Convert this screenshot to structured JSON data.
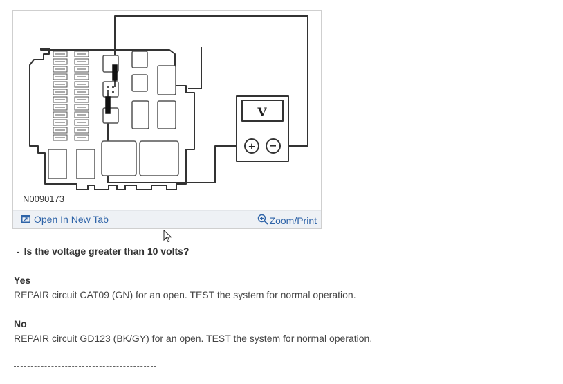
{
  "figure": {
    "id_label": "N0090173",
    "meter_label": "V",
    "plus_symbol": "+",
    "minus_symbol": "−"
  },
  "toolbar": {
    "open_icon": "open-in-new-tab-icon",
    "open_label": "Open In New Tab",
    "zoom_icon": "zoom-in-icon",
    "zoom_label": "Zoom/Print",
    "link_color": "#2f64a8"
  },
  "step": {
    "question_prefix": "-",
    "question": "Is the voltage greater than 10 volts?",
    "yes_label": "Yes",
    "yes_text": "REPAIR circuit CAT09 (GN) for an open. TEST the system for normal operation.",
    "no_label": "No",
    "no_text": "REPAIR circuit GD123 (BK/GY) for an open. TEST the system for normal operation."
  }
}
